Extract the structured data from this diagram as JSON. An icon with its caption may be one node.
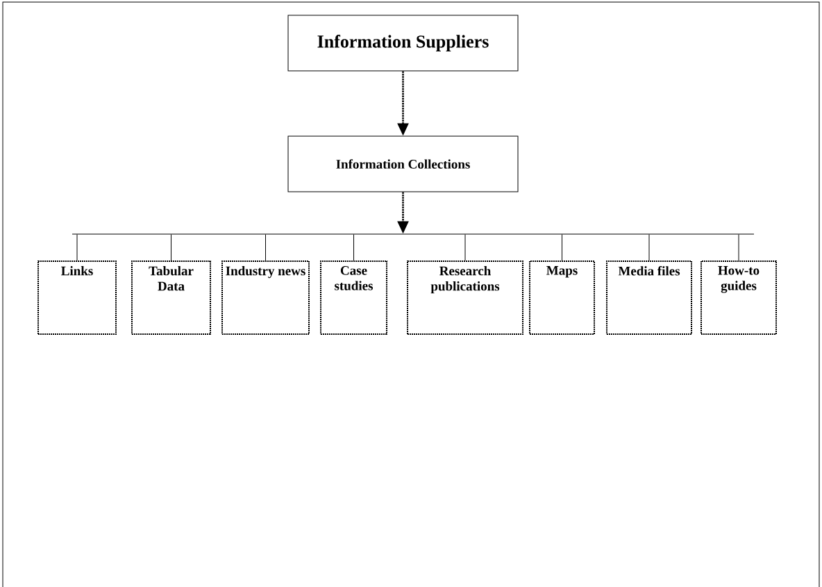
{
  "diagram": {
    "nodes": [
      {
        "text": [
          "Information Suppliers"
        ]
      },
      {
        "text": [
          "Information Collections"
        ]
      },
      {
        "text": [],
        "shape": "bar"
      },
      {
        "text": [
          "Links"
        ]
      },
      {
        "text": [
          "Tabular Data"
        ]
      },
      {
        "text": [
          "Industry news"
        ]
      },
      {
        "text": [
          "Case studies"
        ]
      },
      {
        "text": [
          "Research publications"
        ]
      },
      {
        "text": [
          "Maps"
        ]
      },
      {
        "text": [
          "Media files"
        ]
      },
      {
        "text": [
          "How-to guides"
        ]
      }
    ],
    "edges": [
      {
        "from": 0,
        "to": 1,
        "arrow": "to",
        "style": "dashed"
      },
      {
        "from": 1,
        "to": 2,
        "arrow": "to",
        "style": "dashed"
      },
      {
        "from": 2,
        "to": 3,
        "arrow": "none"
      },
      {
        "from": 2,
        "to": 4,
        "arrow": "none"
      },
      {
        "from": 2,
        "to": 5,
        "arrow": "none"
      },
      {
        "from": 2,
        "to": 6,
        "arrow": "none"
      },
      {
        "from": 2,
        "to": 7,
        "arrow": "none"
      },
      {
        "from": 2,
        "to": 8,
        "arrow": "none"
      },
      {
        "from": 2,
        "to": 9,
        "arrow": "none"
      },
      {
        "from": 2,
        "to": 10,
        "arrow": "none"
      }
    ]
  }
}
